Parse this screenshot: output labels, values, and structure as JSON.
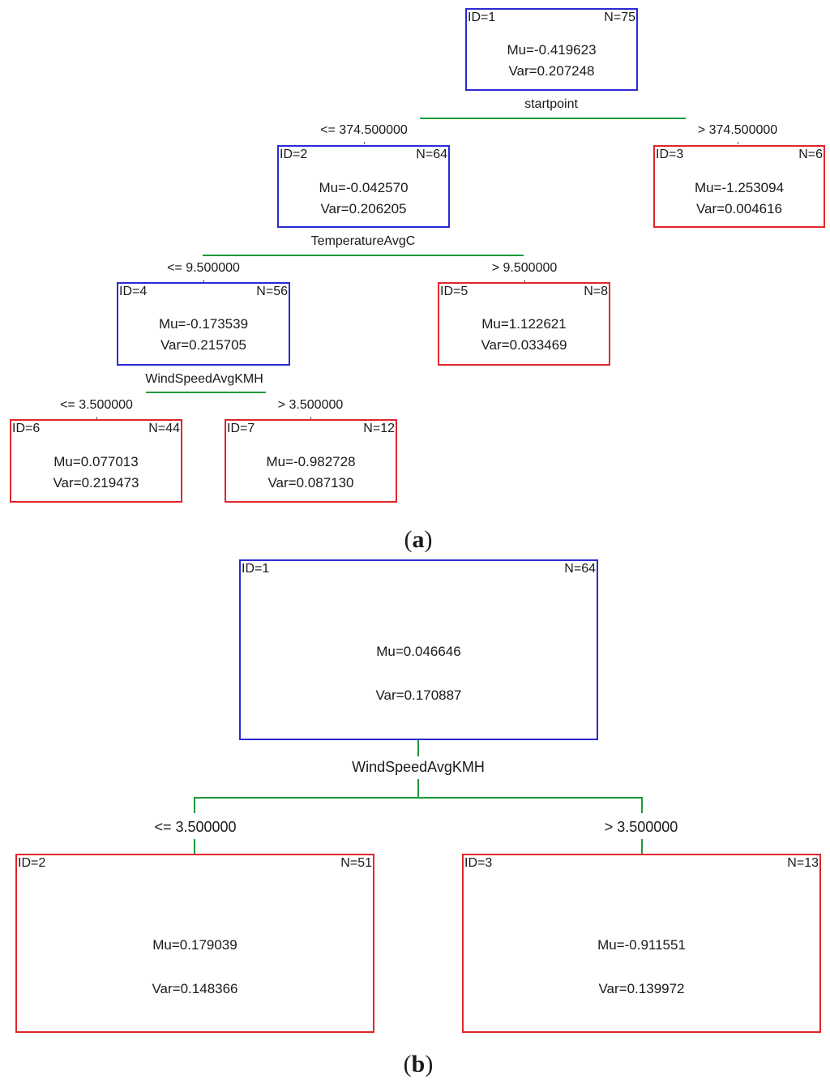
{
  "panel_a": {
    "label_open": "(",
    "label_letter": "a",
    "label_close": ")",
    "nodes": {
      "n1": {
        "id": "ID=1",
        "n": "N=75",
        "mu": "Mu=-0.419623",
        "var": "Var=0.207248"
      },
      "n2": {
        "id": "ID=2",
        "n": "N=64",
        "mu": "Mu=-0.042570",
        "var": "Var=0.206205"
      },
      "n3": {
        "id": "ID=3",
        "n": "N=6",
        "mu": "Mu=-1.253094",
        "var": "Var=0.004616"
      },
      "n4": {
        "id": "ID=4",
        "n": "N=56",
        "mu": "Mu=-0.173539",
        "var": "Var=0.215705"
      },
      "n5": {
        "id": "ID=5",
        "n": "N=8",
        "mu": "Mu=1.122621",
        "var": "Var=0.033469"
      },
      "n6": {
        "id": "ID=6",
        "n": "N=44",
        "mu": "Mu=0.077013",
        "var": "Var=0.219473"
      },
      "n7": {
        "id": "ID=7",
        "n": "N=12",
        "mu": "Mu=-0.982728",
        "var": "Var=0.087130"
      }
    },
    "splits": {
      "s1": {
        "variable": "startpoint",
        "left": "<= 374.500000",
        "right": "> 374.500000"
      },
      "s2": {
        "variable": "TemperatureAvgC",
        "left": "<= 9.500000",
        "right": "> 9.500000"
      },
      "s3": {
        "variable": "WindSpeedAvgKMH",
        "left": "<= 3.500000",
        "right": "> 3.500000"
      }
    }
  },
  "panel_b": {
    "label_open": "(",
    "label_letter": "b",
    "label_close": ")",
    "nodes": {
      "n1": {
        "id": "ID=1",
        "n": "N=64",
        "mu": "Mu=0.046646",
        "var": "Var=0.170887"
      },
      "n2": {
        "id": "ID=2",
        "n": "N=51",
        "mu": "Mu=0.179039",
        "var": "Var=0.148366"
      },
      "n3": {
        "id": "ID=3",
        "n": "N=13",
        "mu": "Mu=-0.911551",
        "var": "Var=0.139972"
      }
    },
    "splits": {
      "s1": {
        "variable": "WindSpeedAvgKMH",
        "left": "<= 3.500000",
        "right": "> 3.500000"
      }
    }
  },
  "colors": {
    "internal_node_border": "#2a2ad4",
    "leaf_node_border": "#e0262b",
    "edge": "#1e9a3a"
  }
}
